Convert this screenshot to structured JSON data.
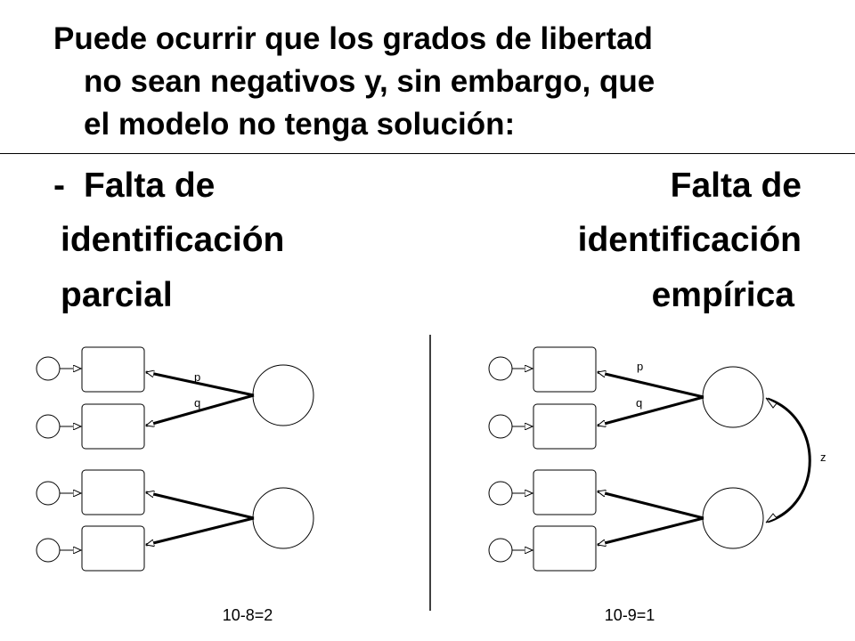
{
  "heading": {
    "line1": "Puede ocurrir que los grados de libertad",
    "line2": "no sean negativos y, sin embargo, que",
    "line3": "el modelo no tenga solución:"
  },
  "bullet": "-",
  "left_case": {
    "line1": "Falta de",
    "line2": "identificación",
    "line3": "parcial"
  },
  "right_case": {
    "line1": "Falta de",
    "line2": "identificación",
    "line3": "empírica"
  },
  "left_diagram": {
    "loading_labels": [
      "p",
      "q"
    ],
    "caption": "10-8=2"
  },
  "right_diagram": {
    "loading_labels": [
      "p",
      "q"
    ],
    "covariance_label": "z",
    "caption": "10-9=1"
  }
}
